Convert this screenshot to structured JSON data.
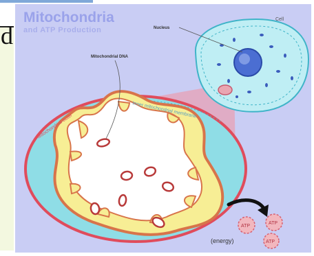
{
  "figure": {
    "title_line1": "Mitochondria",
    "title_line2": "and ATP Production",
    "cell_label": "Cell",
    "nucleus_label": "Nucleus",
    "mito_dna_label": "Mitochondrial DNA",
    "outer_membrane_label": "Mitochondrial outer",
    "inner_membrane_label": "Inner mitochondrial membrane",
    "energy_label": "(energy)",
    "atp_label": "ATP"
  },
  "left_fragment": {
    "text": "d"
  },
  "colors": {
    "background": "#c9cdf4",
    "cell_fill": "#bfeef4",
    "nucleus_fill": "#4b6ed2",
    "outer_membrane": "#e04c5c",
    "intermembrane_space": "#8fdde6",
    "inner_membrane": "#d8744a",
    "cristae_fill": "#f7ee95",
    "matrix": "#ffffff",
    "atp_fill": "#f2b7be"
  }
}
